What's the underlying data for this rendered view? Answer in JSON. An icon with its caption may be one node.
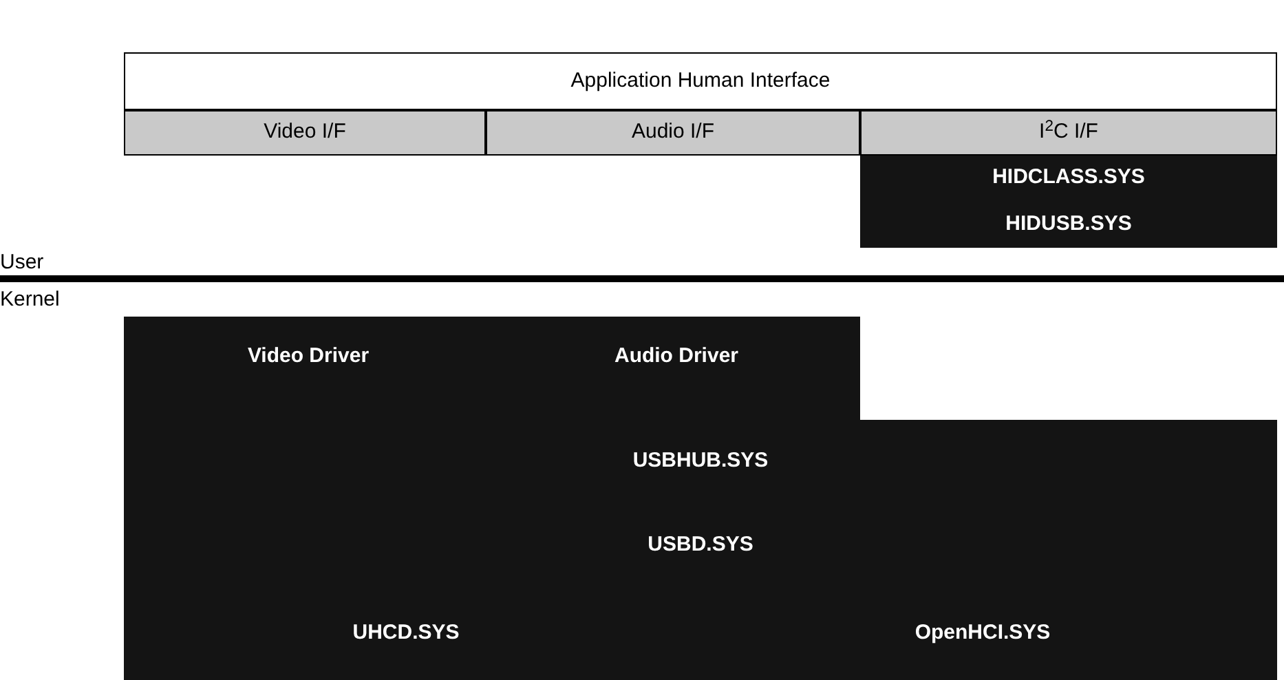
{
  "diagram": {
    "nodes": [
      {
        "text": [
          "Application Human Interface"
        ]
      },
      {
        "text": [
          "Video I/F"
        ]
      },
      {
        "text": [
          "Audio I/F"
        ]
      },
      {
        "text": [
          "I$^{2}$C I/F"
        ]
      },
      {
        "text": [
          "HIDCLASS.SYS"
        ]
      },
      {
        "text": [
          "HIDUSB.SYS"
        ]
      },
      {
        "text": [
          "Video Driver"
        ]
      },
      {
        "text": [
          "Audio Driver"
        ]
      },
      {
        "text": [
          "USBHUB.SYS"
        ]
      },
      {
        "text": [
          "USBD.SYS"
        ]
      },
      {
        "text": [
          "UHCD.SYS"
        ]
      },
      {
        "text": [
          "OpenHCI.SYS"
        ]
      }
    ],
    "labels": [
      "User",
      "Kernel"
    ]
  }
}
